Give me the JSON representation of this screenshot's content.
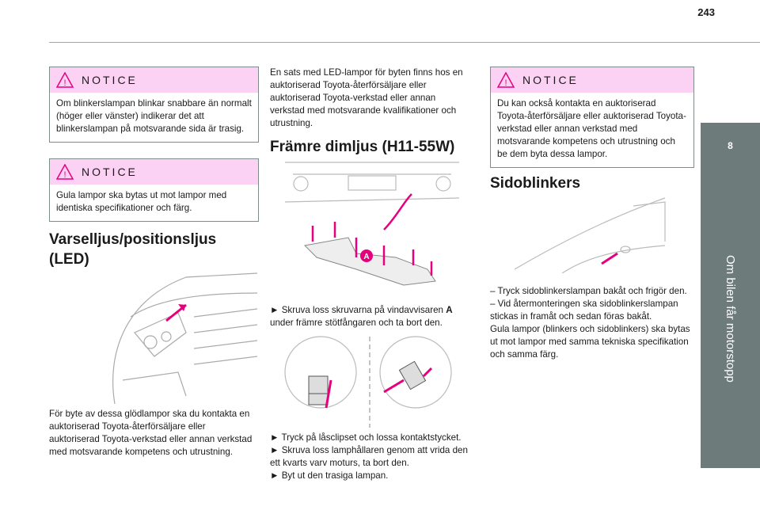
{
  "page_number": "243",
  "chapter": {
    "number": "8",
    "title": "Om bilen får motorstopp"
  },
  "col1": {
    "notice1": {
      "label": "NOTICE",
      "text": "Om blinkerslampan blinkar snabbare än normalt (höger eller vänster) indikerar det att blinkerslampan på motsvarande sida är trasig."
    },
    "notice2": {
      "label": "NOTICE",
      "text": "Gula lampor ska bytas ut mot lampor med identiska specifikationer och färg."
    },
    "heading": "Varselljus/positionsljus (LED)",
    "body": "För byte av dessa glödlampor ska du kontakta en auktoriserad Toyota-återförsäljare eller auktoriserad Toyota-verkstad eller annan verkstad med motsvarande kompetens och utrustning."
  },
  "col2": {
    "intro": "En sats med LED-lampor för byten finns hos en auktoriserad Toyota-återförsäljare eller auktoriserad Toyota-verkstad eller annan verkstad med motsvarande kvalifikationer och utrustning.",
    "heading": "Främre dimljus (H11-55W)",
    "fig_label": "A",
    "step1a": "► Skruva loss skruvarna på vindavvisaren ",
    "step1b": "A",
    "step1c": " under främre stötfångaren och ta bort den.",
    "step2": "► Tryck på låsclipset och lossa kontaktstycket.",
    "step3": "► Skruva loss lamphållaren genom att vrida den ett kvarts varv moturs, ta bort den.",
    "step4": "► Byt ut den trasiga lampan."
  },
  "col3": {
    "notice": {
      "label": "NOTICE",
      "text": "Du kan också kontakta en auktoriserad Toyota-återförsäljare eller auktoriserad Toyota-verkstad eller annan verkstad med motsvarande kompetens och utrustning och be dem byta dessa lampor."
    },
    "heading": "Sidoblinkers",
    "line1": "– Tryck sidoblinkerslampan bakåt och frigör den.",
    "line2": "– Vid återmonteringen ska sidoblinkerslampan stickas in framåt och sedan föras bakåt.",
    "line3": "Gula lampor (blinkers och sidoblinkers) ska bytas ut mot lampor med samma tekniska specifikation och samma färg."
  },
  "colors": {
    "accent": "#e6007e",
    "notice_bg": "#fcd2f4",
    "tab": "#6e7b7b"
  }
}
